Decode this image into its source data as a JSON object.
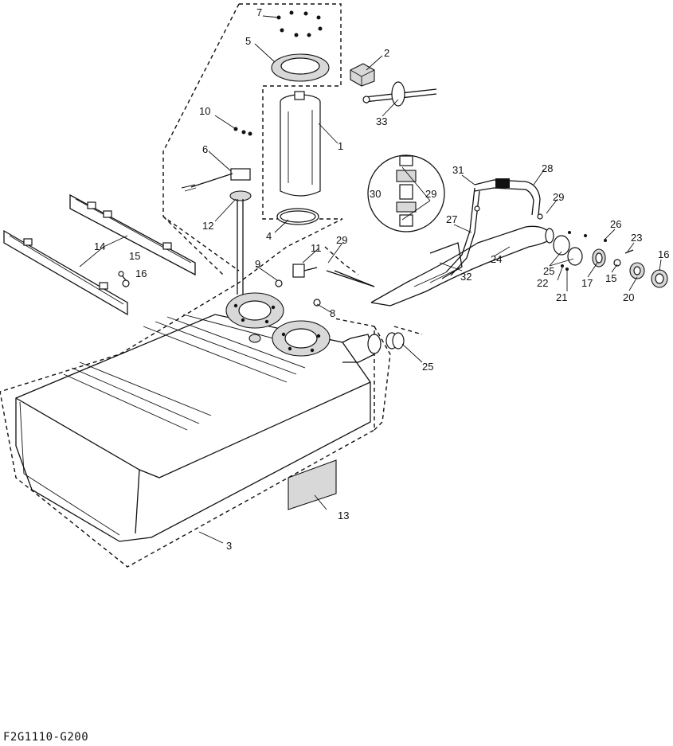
{
  "diagram": {
    "drawing_code": "F2G1110-G200",
    "callouts": {
      "c1": "1",
      "c2": "2",
      "c3": "3",
      "c4": "4",
      "c5": "5",
      "c6": "6",
      "c7": "7",
      "c8": "8",
      "c9": "9",
      "c10": "10",
      "c11": "11",
      "c12": "12",
      "c13": "13",
      "c14": "14",
      "c15a": "15",
      "c15b": "15",
      "c16a": "16",
      "c16b": "16",
      "c17": "17",
      "c20": "20",
      "c21": "21",
      "c22": "22",
      "c23": "23",
      "c24": "24",
      "c25a": "25",
      "c25b": "25",
      "c26": "26",
      "c27": "27",
      "c28": "28",
      "c29a": "29",
      "c29b": "29",
      "c29c": "29",
      "c30": "30",
      "c31": "31",
      "c32": "32",
      "c33": "33"
    }
  }
}
